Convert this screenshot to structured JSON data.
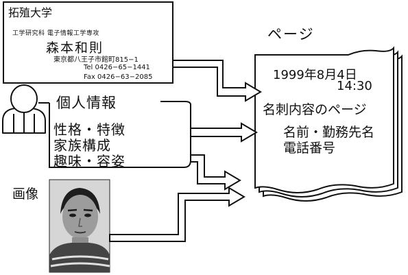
{
  "business_card": {
    "university": "拓殖大学",
    "department": "工学研究科 電子情報工学専攻",
    "name": "森本和則",
    "address": "東京都八王子市館町815−1",
    "tel": "Tel 0426−65−1441",
    "fax": "Fax 0426−63−2085"
  },
  "personal_info": {
    "title": "個人情報",
    "items": [
      "性格・特徴",
      "家族構成",
      "趣味・容姿"
    ]
  },
  "photo": {
    "label": "画像"
  },
  "page": {
    "label": "ページ",
    "date": "1999年8月4日",
    "time": "14:30",
    "heading": "名刺内容のページ",
    "lines": [
      "名前・勤務先名",
      "電話番号"
    ]
  },
  "colors": {
    "line": "#111111",
    "photo_background": "#d8d8d8",
    "photo_dark": "#222222"
  },
  "icons": [
    "person-icon",
    "arrow-icon"
  ]
}
